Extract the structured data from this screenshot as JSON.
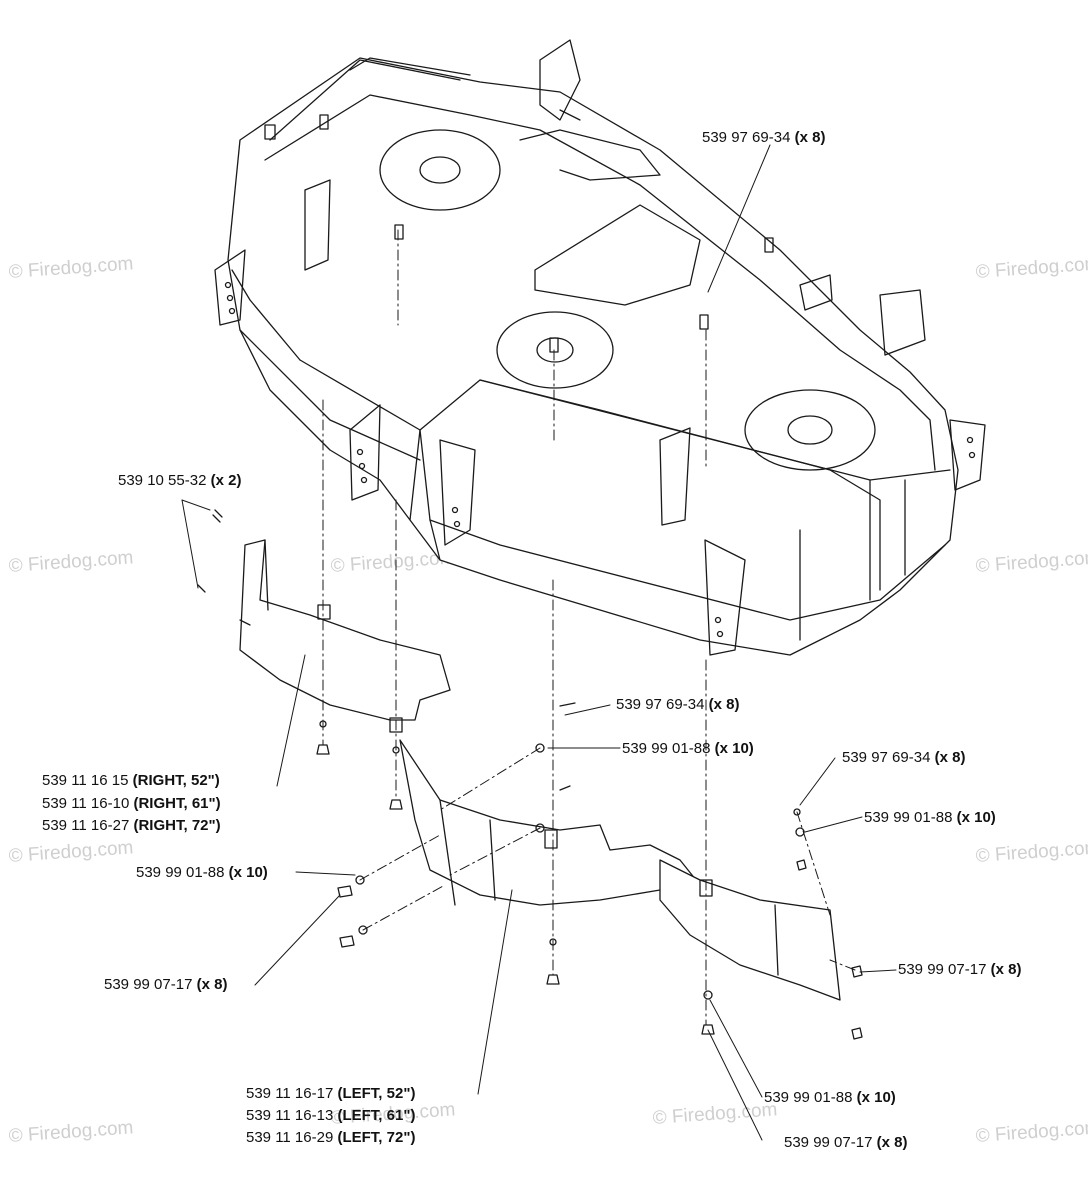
{
  "watermark": "© Firedog.com",
  "callouts": [
    {
      "id": "top-bolt",
      "part": "539 97 69-34",
      "qty": "(x 8)"
    },
    {
      "id": "left-bolts",
      "part": "539 10 55-32",
      "qty": "(x 2)"
    },
    {
      "id": "mid-bolt",
      "part": "539 97 69-34",
      "qty": "(x 8)"
    },
    {
      "id": "mid-washer",
      "part": "539 99 01-88",
      "qty": "(x 10)"
    },
    {
      "id": "right-bolt",
      "part": "539 97 69-34",
      "qty": "(x 8)"
    },
    {
      "id": "right-washer",
      "part": "539 99 01-88",
      "qty": "(x 10)"
    },
    {
      "id": "right-shield-52",
      "part": "539 11 16 15",
      "qty": "(RIGHT, 52\")"
    },
    {
      "id": "right-shield-61",
      "part": "539 11 16-10",
      "qty": "(RIGHT, 61\")"
    },
    {
      "id": "right-shield-72",
      "part": "539 11 16-27",
      "qty": "(RIGHT, 72\")"
    },
    {
      "id": "left-washer",
      "part": "539 99 01-88",
      "qty": "(x 10)"
    },
    {
      "id": "left-nut",
      "part": "539 99 07-17",
      "qty": "(x 8)"
    },
    {
      "id": "right-nut",
      "part": "539 99 07-17",
      "qty": "(x 8)"
    },
    {
      "id": "bottom-washer",
      "part": "539 99 01-88",
      "qty": "(x 10)"
    },
    {
      "id": "bottom-nut",
      "part": "539 99 07-17",
      "qty": "(x 8)"
    },
    {
      "id": "left-shield-52",
      "part": "539 11 16-17",
      "qty": "(LEFT, 52\")"
    },
    {
      "id": "left-shield-61",
      "part": "539 11 16-13",
      "qty": "(LEFT, 61\")"
    },
    {
      "id": "left-shield-72",
      "part": "539 11 16-29",
      "qty": "(LEFT, 72\")"
    }
  ]
}
